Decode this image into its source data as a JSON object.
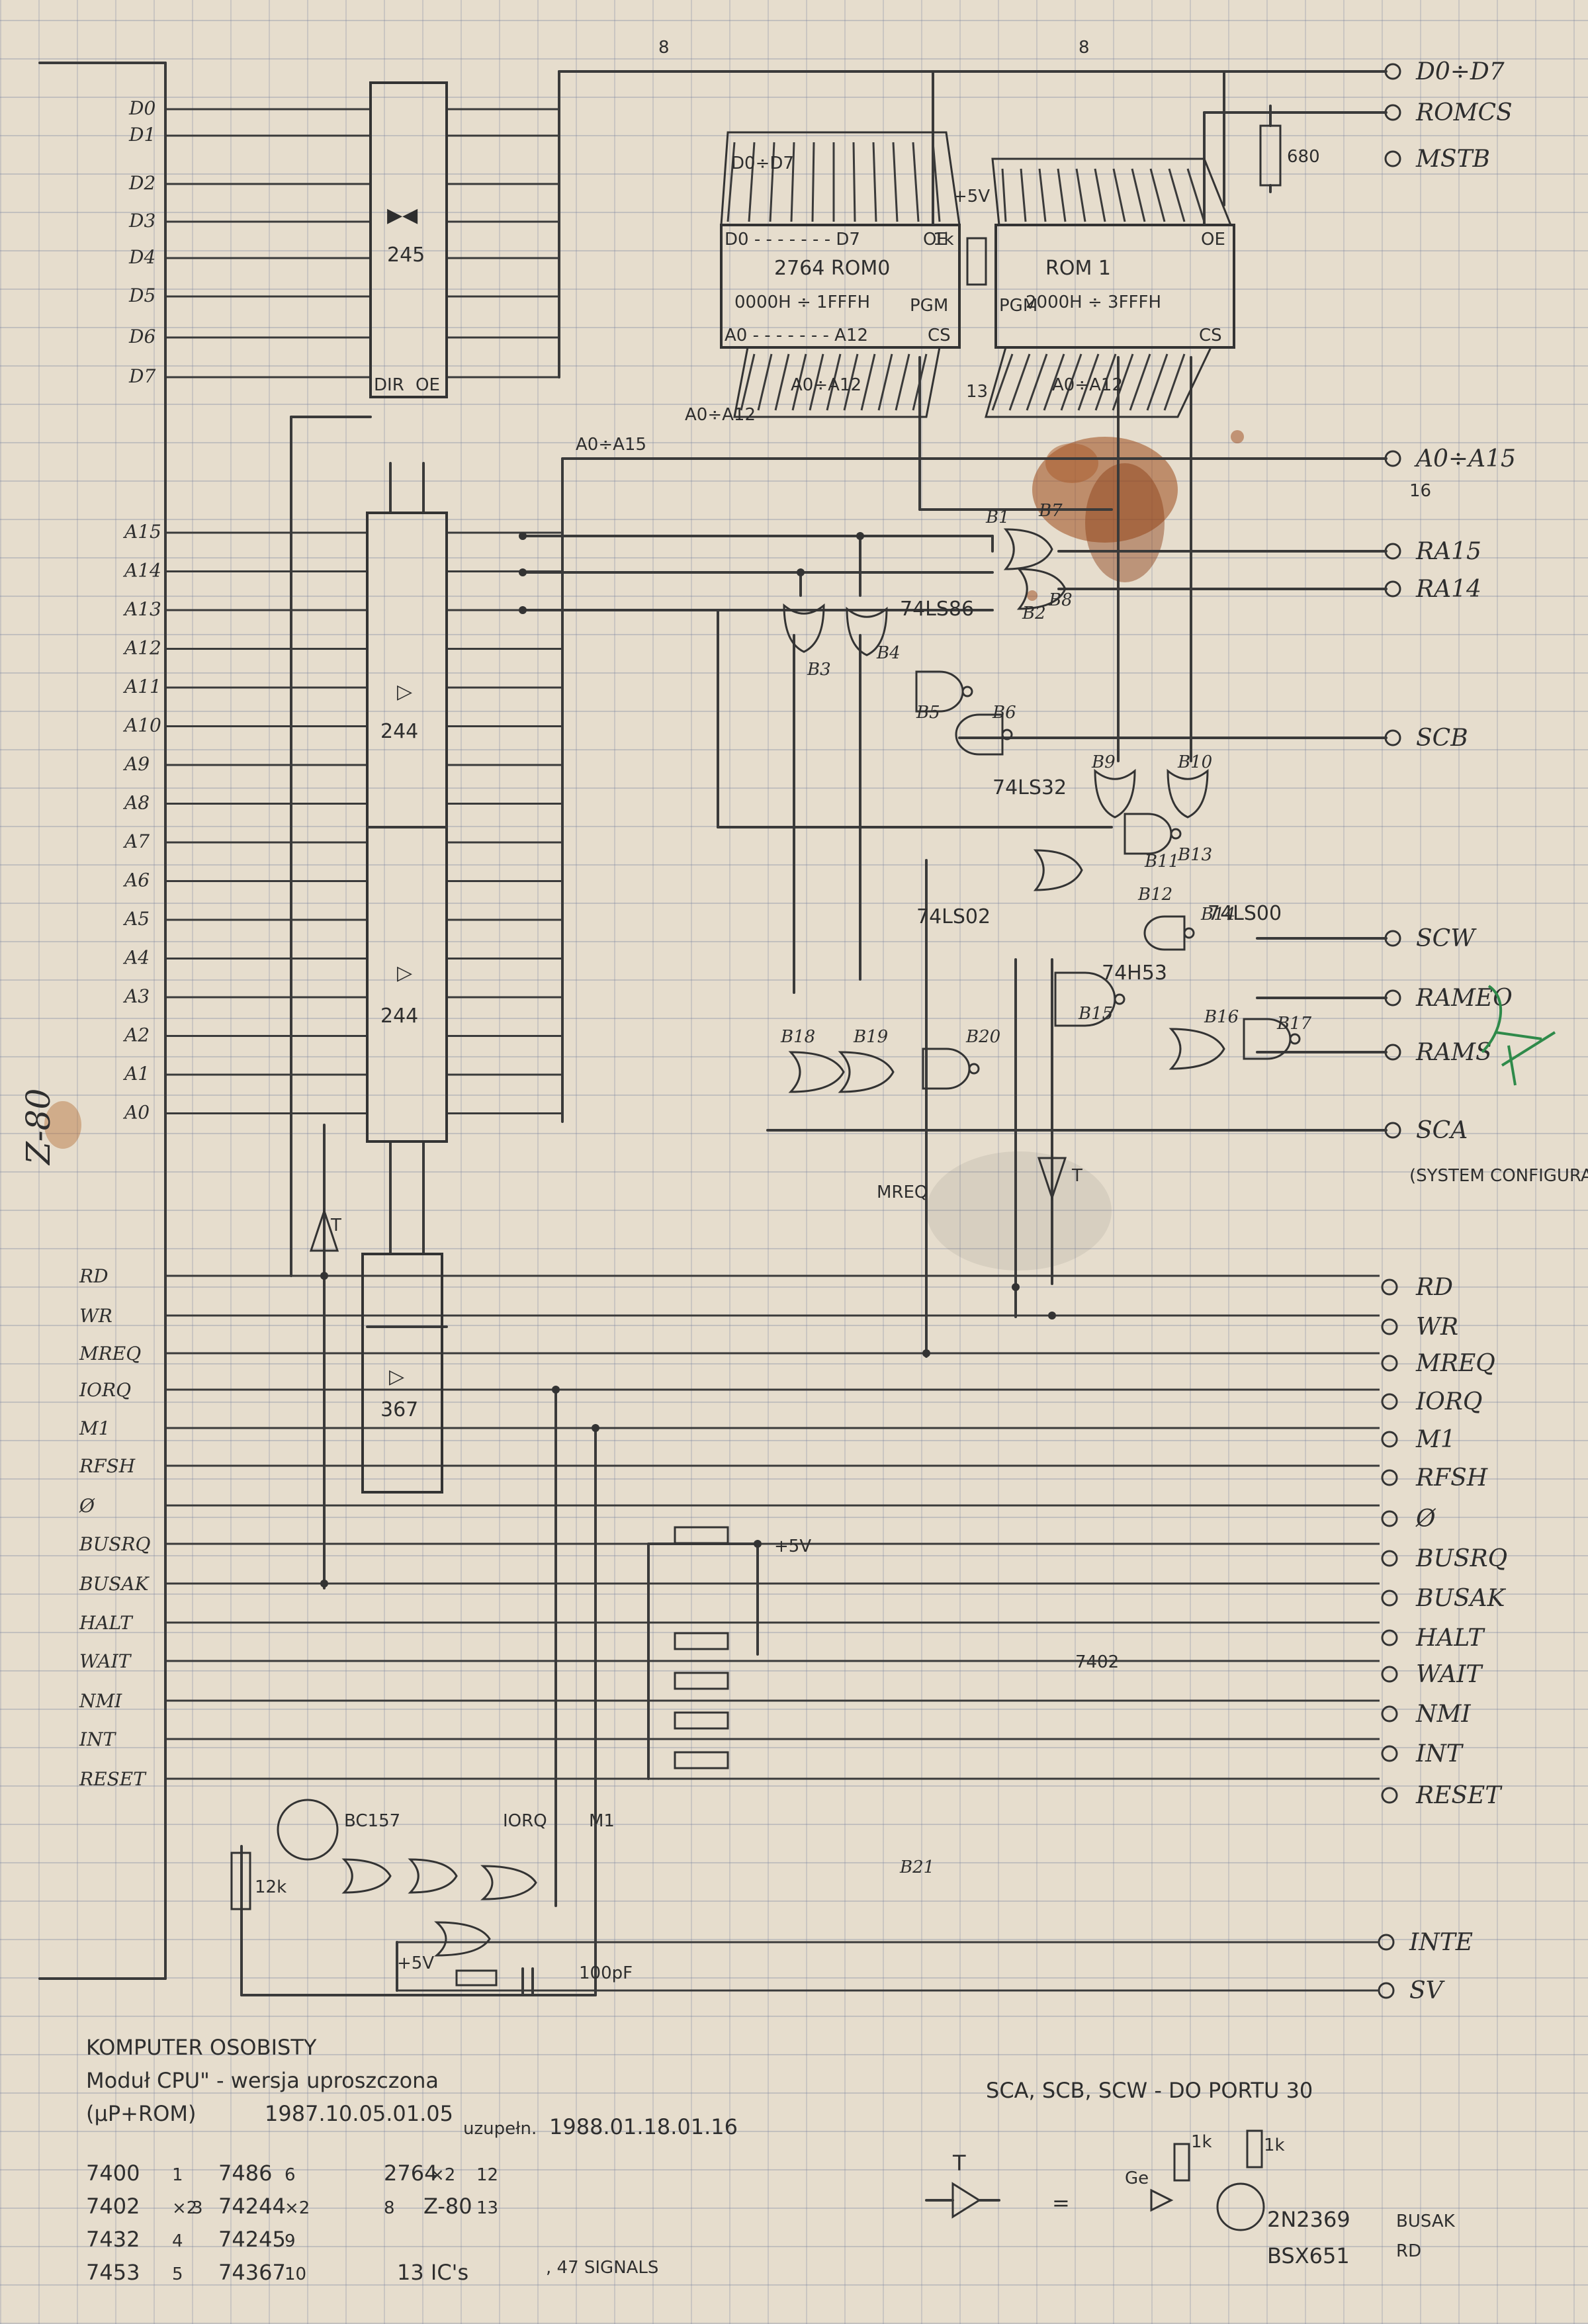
{
  "colors": {
    "paper": "#e6ddcd",
    "pencil": "#333333",
    "stain": "#9c4a1c",
    "green_ink": "#2f8a4a"
  },
  "title": {
    "line1": "KOMPUTER OSOBISTY",
    "line2": "Moduł CPU\" - wersja uproszczona",
    "line3": "(µP+ROM)",
    "date1": "1987.10.05.01.05",
    "date2": "1988.01.18.01.16",
    "date2_prefix": "uzupełn."
  },
  "cpu_label": "Z-80",
  "left_pins": {
    "data": [
      "D0",
      "D1",
      "D2",
      "D3",
      "D4",
      "D5",
      "D6",
      "D7"
    ],
    "address": [
      "A15",
      "A14",
      "A13",
      "A12",
      "A11",
      "A10",
      "A9",
      "A8",
      "A7",
      "A6",
      "A5",
      "A4",
      "A3",
      "A2",
      "A1",
      "A0"
    ],
    "control": [
      "RD",
      "WR",
      "MREQ",
      "IORQ",
      "M1",
      "RFSH",
      "Ø",
      "BUSRQ",
      "BUSAK",
      "HALT",
      "WAIT",
      "NMI",
      "INT",
      "RESET"
    ]
  },
  "right_terminals": {
    "top": [
      "D0÷D7",
      "ROMCS",
      "MSTB",
      "A0÷A15",
      "RA15",
      "RA14",
      "SCB",
      "SCW",
      "RAMEO",
      "RAMS",
      "SCA"
    ],
    "sca_note": "(SYSTEM CONFIGURATION BIT A)",
    "bus_count_a": "16",
    "control": [
      "RD",
      "WR",
      "MREQ",
      "IORQ",
      "M1",
      "RFSH",
      "Ø",
      "BUSRQ",
      "BUSAK",
      "HALT",
      "WAIT",
      "NMI",
      "INT",
      "RESET"
    ],
    "bottom": [
      "INTE",
      "SV"
    ]
  },
  "chips": {
    "buf245": "245",
    "buf244a": "244",
    "buf244b": "244",
    "buf367": "367",
    "rom0": {
      "part": "2764 ROM0",
      "range": "0000H ÷ 1FFFH"
    },
    "rom1": {
      "part": "ROM 1",
      "range": "2000H ÷ 3FFFH"
    },
    "resistor_680": "680",
    "resistor_1k": "1k",
    "resistor_12k": "12k",
    "cap": "100pF",
    "transistor": "BC157",
    "ic_7402": "7402",
    "ic_74ls86": "74LS86",
    "ic_74ls32": "74LS32",
    "ic_74ls02": "74LS02",
    "ic_74ls00": "74LS00",
    "ic_74h53": "74H53"
  },
  "bus_labels": {
    "d": "D0÷D7",
    "a": "A0÷A15",
    "a_low": "A0÷A12",
    "b8": "8",
    "b13": "13",
    "pwr": "+5V",
    "oe": "OE",
    "cs": "CS",
    "pgm": "PGM",
    "dir": "DIR"
  },
  "gate_labels": [
    "B1",
    "B2",
    "B3",
    "B4",
    "B5",
    "B6",
    "B7",
    "B8",
    "B9",
    "B10",
    "B11",
    "B12",
    "B13",
    "B14",
    "B15",
    "B16",
    "B17",
    "B18",
    "B19",
    "B20",
    "B21"
  ],
  "misc": {
    "mreq_lbl": "MREQ",
    "iorq_lbl": "IORQ",
    "m1_lbl": "M1",
    "t_lbl": "T",
    "plus5": "+5V"
  },
  "bom": [
    [
      "7400",
      "1",
      "7486",
      "6",
      "2764",
      "×2",
      "12"
    ],
    [
      "7402",
      "×2",
      "3",
      "74244",
      "×2",
      "8",
      "Z-80",
      "13"
    ],
    [
      "7432",
      "4",
      "74245",
      "9"
    ],
    [
      "7453",
      "5",
      "74367",
      "10"
    ]
  ],
  "bom_summary": {
    "ics": "13 IC's",
    "signals": ", 47 SIGNALS"
  },
  "note_ports": "SCA, SCB, SCW - DO PORTU 30",
  "equiv": {
    "t": "T",
    "eq": "=",
    "diode": "Ge",
    "res1": "1k",
    "res2": "1k",
    "tr": "2N2369",
    "tr2": "BSX651",
    "sig1": "BUSAK",
    "sig2": "RD"
  }
}
